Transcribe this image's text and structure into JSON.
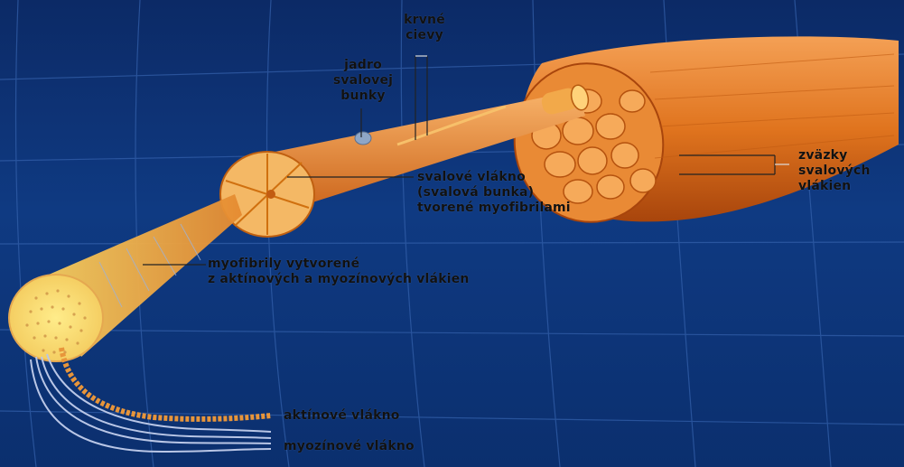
{
  "labels": {
    "krvne_cievy": [
      "krvné",
      "cievy"
    ],
    "jadro": [
      "jadro",
      "svalovej",
      "bunky"
    ],
    "svalove_vlakno": [
      "svalové vlákno",
      "(svalová bunka)",
      "tvorené myofibrilami"
    ],
    "zvazky": [
      "zväzky",
      "svalových",
      "vlákien"
    ],
    "myofibrily": [
      "myofibrily vytvorené",
      "z aktínových a myozínových vlákien"
    ],
    "aktinove": "aktínové vlákno",
    "myozinove": "myozínové vlákno"
  },
  "colors": {
    "background": "#0f3a82",
    "grid": "#2f5ba8",
    "muscle": "#e0741e",
    "muscle_dark": "#b8500f",
    "fascicle": "#f0a050",
    "myofibril": "#f5e27a",
    "myosin": "#b9c6e6"
  }
}
